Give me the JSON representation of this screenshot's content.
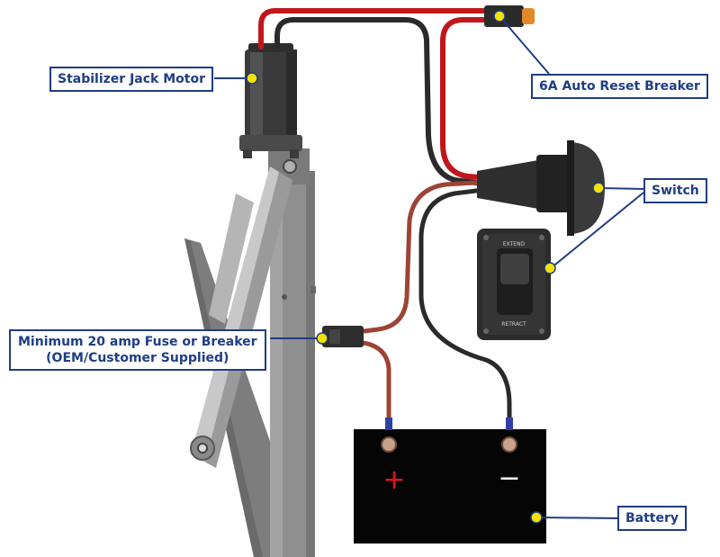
{
  "labels": {
    "motor": "Stabilizer Jack Motor",
    "breaker": "6A Auto Reset Breaker",
    "switch": "Switch",
    "battery": "Battery",
    "fuse_line1": "Minimum 20 amp Fuse or Breaker",
    "fuse_line2": "(OEM/Customer Supplied)"
  },
  "switch_plate": {
    "top_text": "EXTEND",
    "bottom_text": "RETRACT"
  },
  "battery": {
    "positive": "+",
    "negative": "−"
  },
  "colors": {
    "callout": "#1f3d86",
    "marker": "#f2e200",
    "positive_wire": "#c0171c",
    "negative_wire": "#2a2a2a",
    "battery": "#050505",
    "frame": "#8b8b8b"
  }
}
